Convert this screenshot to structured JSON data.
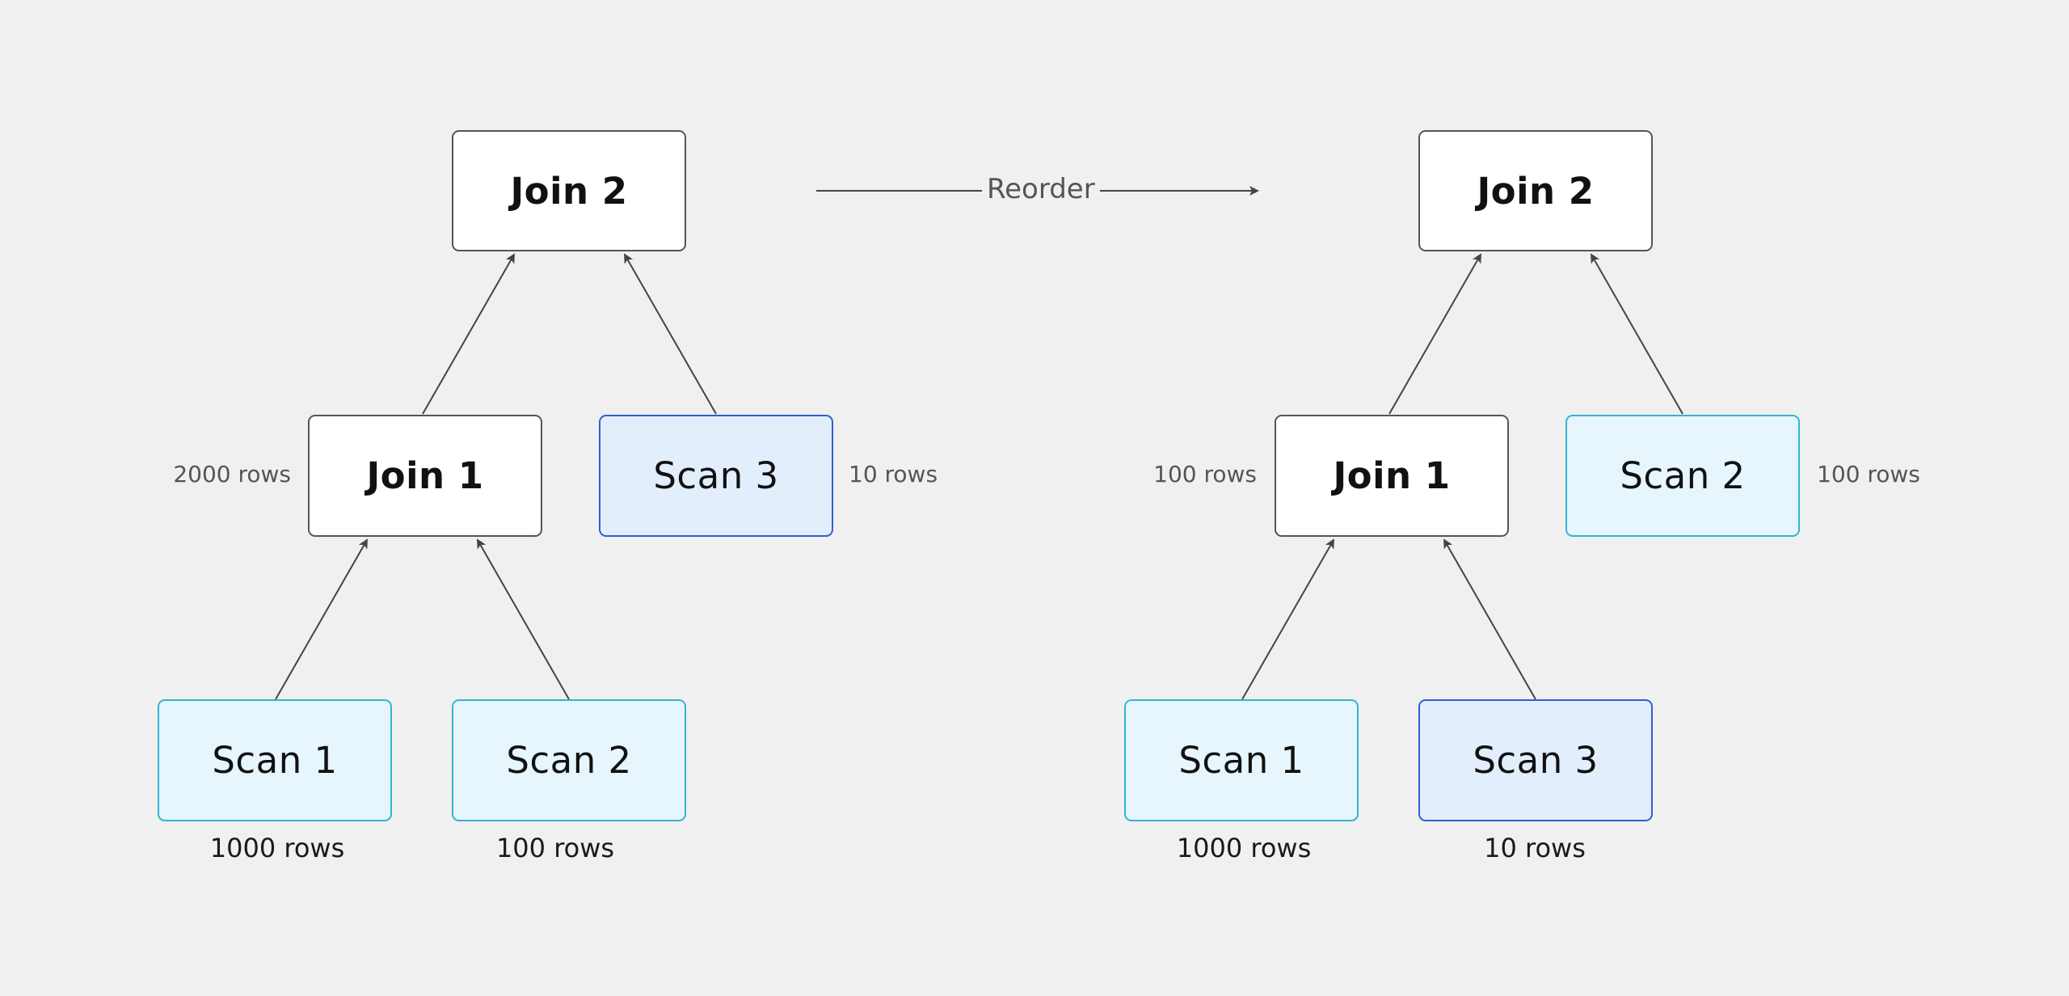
{
  "transition": {
    "label": "Reorder"
  },
  "before": {
    "join2": "Join 2",
    "join1": "Join 1",
    "join1_rows": "2000 rows",
    "scan3": "Scan 3",
    "scan3_rows": "10 rows",
    "scan1": "Scan 1",
    "scan1_rows": "1000 rows",
    "scan2": "Scan 2",
    "scan2_rows": "100 rows"
  },
  "after": {
    "join2": "Join 2",
    "join1": "Join 1",
    "join1_rows": "100 rows",
    "scan2": "Scan 2",
    "scan2_rows": "100 rows",
    "scan1": "Scan 1",
    "scan1_rows": "1000 rows",
    "scan3": "Scan 3",
    "scan3_rows": "10 rows"
  },
  "colors": {
    "background": "#f0f0f0",
    "join_border": "#555555",
    "scan_light_fill": "#e6f6fc",
    "scan_light_border": "#33b4d4",
    "scan_blue_fill": "#e3eefc",
    "scan_blue_border": "#2a62d0",
    "edge": "#444444"
  }
}
